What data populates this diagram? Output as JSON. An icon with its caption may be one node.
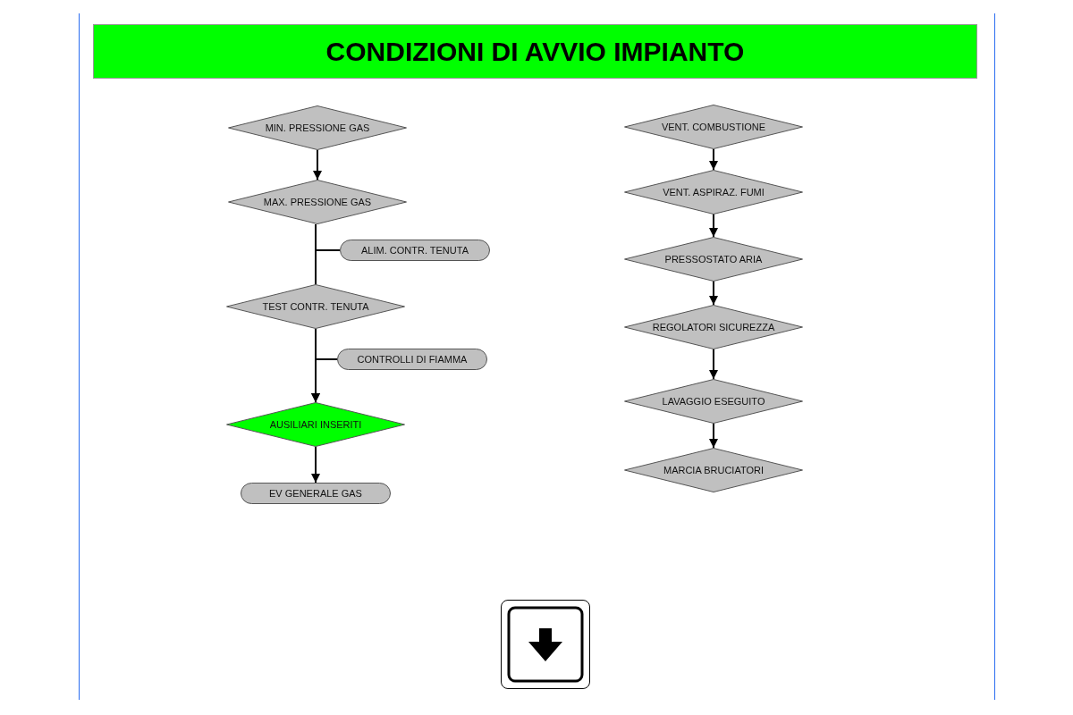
{
  "diagram": {
    "title": "CONDIZIONI DI AVVIO IMPIANTO",
    "nodes": [
      {
        "text": [
          "MIN. PRESSIONE GAS"
        ]
      },
      {
        "text": [
          "MAX. PRESSIONE GAS"
        ]
      },
      {
        "text": [
          "ALIM. CONTR. TENUTA"
        ]
      },
      {
        "text": [
          "TEST CONTR. TENUTA"
        ]
      },
      {
        "text": [
          "CONTROLLI DI FIAMMA"
        ]
      },
      {
        "text": [
          "AUSILIARI INSERITI"
        ]
      },
      {
        "text": [
          "EV GENERALE GAS"
        ]
      },
      {
        "text": [
          "VENT. COMBUSTIONE"
        ]
      },
      {
        "text": [
          "VENT. ASPIRAZ. FUMI"
        ]
      },
      {
        "text": [
          "PRESSOSTATO ARIA"
        ]
      },
      {
        "text": [
          "REGOLATORI SICUREZZA"
        ]
      },
      {
        "text": [
          "LAVAGGIO ESEGUITO"
        ]
      },
      {
        "text": [
          "MARCIA BRUCIATORI"
        ]
      }
    ],
    "edges": [
      {
        "from": 0,
        "to": 1,
        "arrow": "to"
      },
      {
        "from": 1,
        "to": 3,
        "arrow": "none"
      },
      {
        "from": 2,
        "to": 3,
        "arrow": "none"
      },
      {
        "from": 3,
        "to": 5,
        "arrow": "to"
      },
      {
        "from": 4,
        "to": 5,
        "arrow": "to"
      },
      {
        "from": 5,
        "to": 6,
        "arrow": "to"
      },
      {
        "from": 7,
        "to": 8,
        "arrow": "to"
      },
      {
        "from": 8,
        "to": 9,
        "arrow": "to"
      },
      {
        "from": 9,
        "to": 10,
        "arrow": "to"
      },
      {
        "from": 10,
        "to": 11,
        "arrow": "to"
      },
      {
        "from": 11,
        "to": 12,
        "arrow": "to"
      }
    ]
  }
}
